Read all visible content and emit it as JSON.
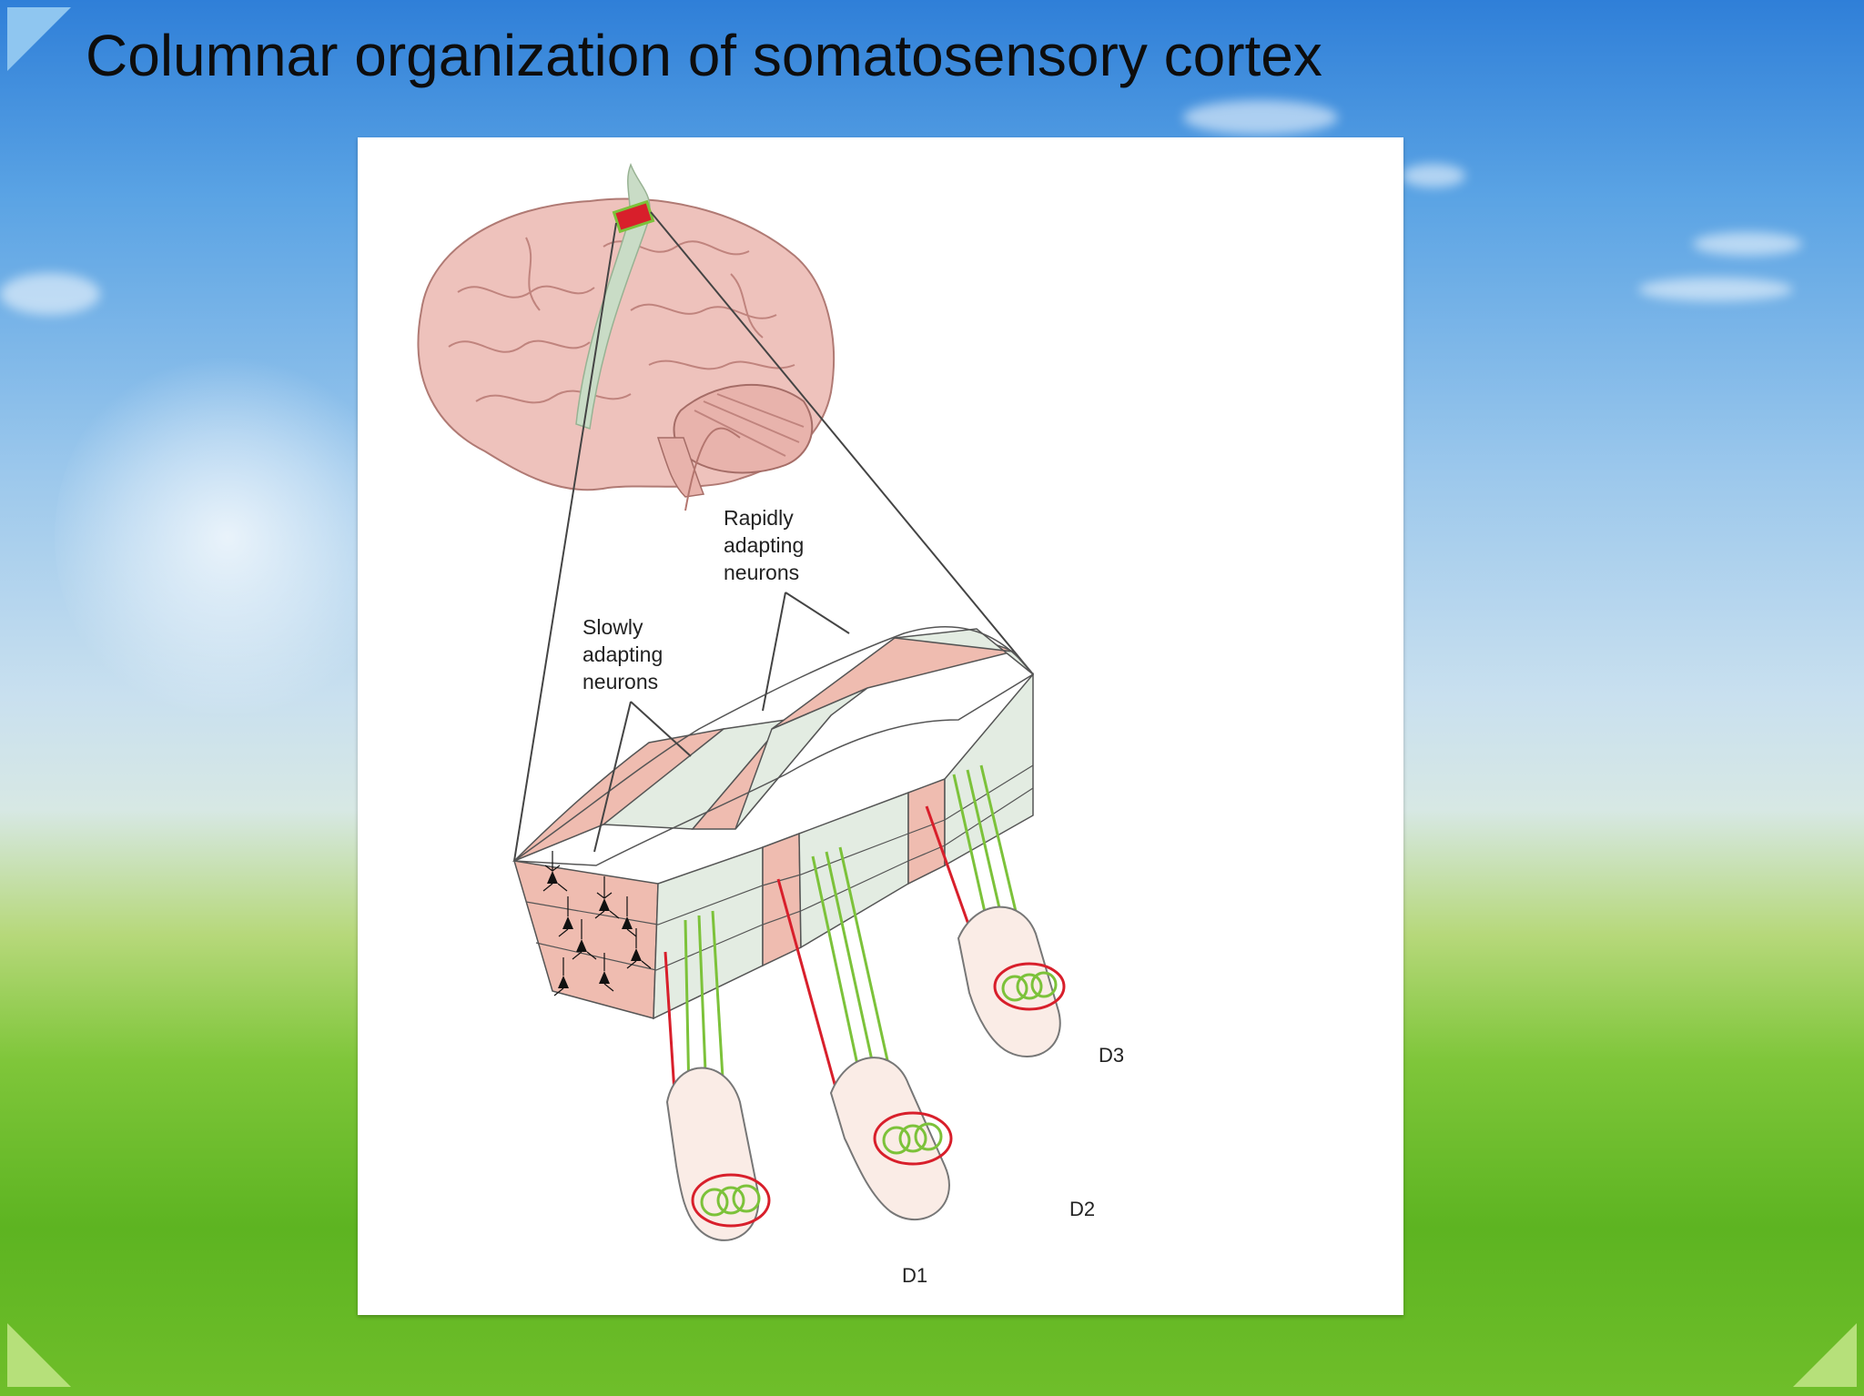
{
  "slide": {
    "title": "Columnar organization of somatosensory cortex"
  },
  "figure": {
    "labels": {
      "rapidly": [
        "Rapidly",
        "adapting",
        "neurons"
      ],
      "slowly": [
        "Slowly",
        "adapting",
        "neurons"
      ],
      "digits": [
        "D1",
        "D2",
        "D3"
      ]
    },
    "colors": {
      "slowly_adapting": "#efbcb0",
      "rapidly_adapting": "#e3ece2",
      "rapidly_fibers": "#7cc23a",
      "slowly_fibers": "#d81f2b",
      "brain": "#eec2bc"
    }
  }
}
